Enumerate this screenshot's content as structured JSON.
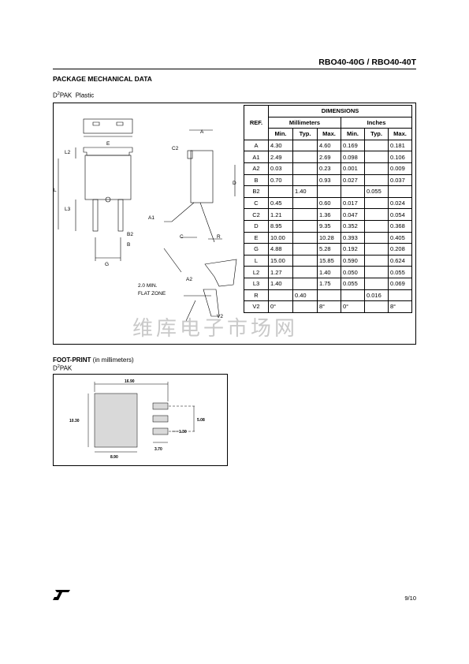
{
  "header": {
    "doc_title": "RBO40-40G / RBO40-40T"
  },
  "section_title": "PACKAGE MECHANICAL DATA",
  "package": {
    "name_prefix": "D",
    "name_sup": "2",
    "name_suffix": "PAK",
    "material": "Plastic"
  },
  "drawing_labels": {
    "E": "E",
    "L2": "L2",
    "L": "L",
    "L3": "L3",
    "B2": "B2",
    "B": "B",
    "G": "G",
    "C2": "C2",
    "A": "A",
    "D": "D",
    "A1": "A1",
    "C": "C",
    "R": "R",
    "A2": "A2",
    "V2": "V2",
    "flat_zone_line1": "2.0 MIN.",
    "flat_zone_line2": "FLAT ZONE"
  },
  "table": {
    "ref_header": "REF.",
    "dimensions_header": "DIMENSIONS",
    "mm_header": "Millimeters",
    "inch_header": "Inches",
    "sub_headers": [
      "Min.",
      "Typ.",
      "Max.",
      "Min.",
      "Typ.",
      "Max."
    ],
    "rows": [
      [
        "A",
        "4.30",
        "",
        "4.60",
        "0.169",
        "",
        "0.181"
      ],
      [
        "A1",
        "2.49",
        "",
        "2.69",
        "0.098",
        "",
        "0.106"
      ],
      [
        "A2",
        "0.03",
        "",
        "0.23",
        "0.001",
        "",
        "0.009"
      ],
      [
        "B",
        "0.70",
        "",
        "0.93",
        "0.027",
        "",
        "0.037"
      ],
      [
        "B2",
        "",
        "1.40",
        "",
        "",
        "0.055",
        ""
      ],
      [
        "C",
        "0.45",
        "",
        "0.60",
        "0.017",
        "",
        "0.024"
      ],
      [
        "C2",
        "1.21",
        "",
        "1.36",
        "0.047",
        "",
        "0.054"
      ],
      [
        "D",
        "8.95",
        "",
        "9.35",
        "0.352",
        "",
        "0.368"
      ],
      [
        "E",
        "10.00",
        "",
        "10.28",
        "0.393",
        "",
        "0.405"
      ],
      [
        "G",
        "4.88",
        "",
        "5.28",
        "0.192",
        "",
        "0.208"
      ],
      [
        "L",
        "15.00",
        "",
        "15.85",
        "0.590",
        "",
        "0.624"
      ],
      [
        "L2",
        "1.27",
        "",
        "1.40",
        "0.050",
        "",
        "0.055"
      ],
      [
        "L3",
        "1.40",
        "",
        "1.75",
        "0.055",
        "",
        "0.069"
      ],
      [
        "R",
        "",
        "0.40",
        "",
        "",
        "0.016",
        ""
      ],
      [
        "V2",
        "0°",
        "",
        "8°",
        "0°",
        "",
        "8°"
      ]
    ]
  },
  "watermark": "维库电子市场网",
  "footprint": {
    "title_bold": "FOOT-PRINT",
    "title_rest": " (in millimeters)",
    "sub_prefix": "D",
    "sub_sup": "2",
    "sub_suffix": "PAK",
    "labels": {
      "d1690": "16.90",
      "d1030": "10.30",
      "d508": "5.08",
      "d130": "1.30",
      "d370": "3.70",
      "d890": "8.90"
    }
  },
  "footer": {
    "page": "9/10"
  }
}
